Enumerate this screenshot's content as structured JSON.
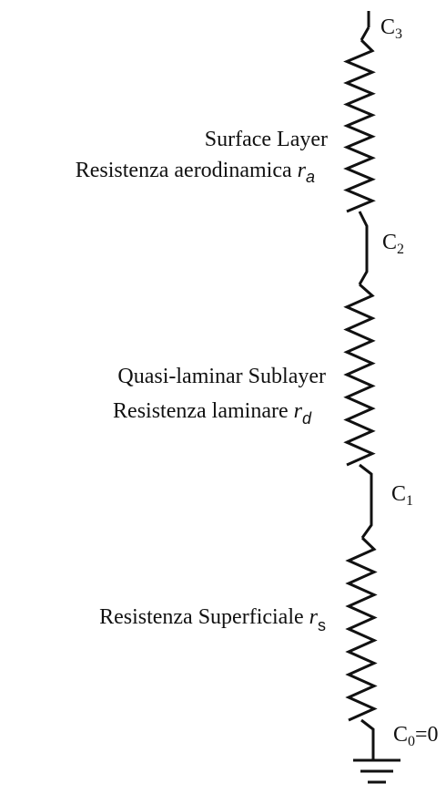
{
  "nodes": {
    "c3": {
      "main": "C",
      "sub": "3"
    },
    "c2": {
      "main": "C",
      "sub": "2"
    },
    "c1": {
      "main": "C",
      "sub": "1"
    },
    "c0": {
      "main": "C",
      "sub": "0",
      "suffix": "=0"
    }
  },
  "layers": {
    "surface": {
      "title": "Surface Layer",
      "resistance": "Resistenza aerodinamica ",
      "symbol": "r",
      "symbol_sub": "a"
    },
    "sublayer": {
      "title": "Quasi-laminar Sublayer",
      "resistance": "Resistenza laminare ",
      "symbol": "r",
      "symbol_sub": "d"
    },
    "superficial": {
      "resistance": "Resistenza Superficiale ",
      "symbol": "r",
      "symbol_sub": "s"
    }
  },
  "colors": {
    "line": "#111111",
    "background": "#ffffff"
  }
}
